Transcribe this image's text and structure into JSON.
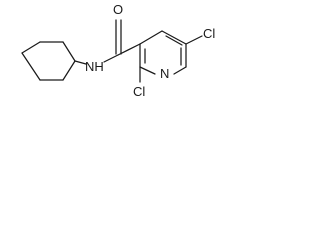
{
  "molecule": {
    "atoms": {
      "O": "O",
      "NH": "NH",
      "N": "N",
      "Cl_top": "Cl",
      "Cl_bottom": "Cl"
    }
  }
}
